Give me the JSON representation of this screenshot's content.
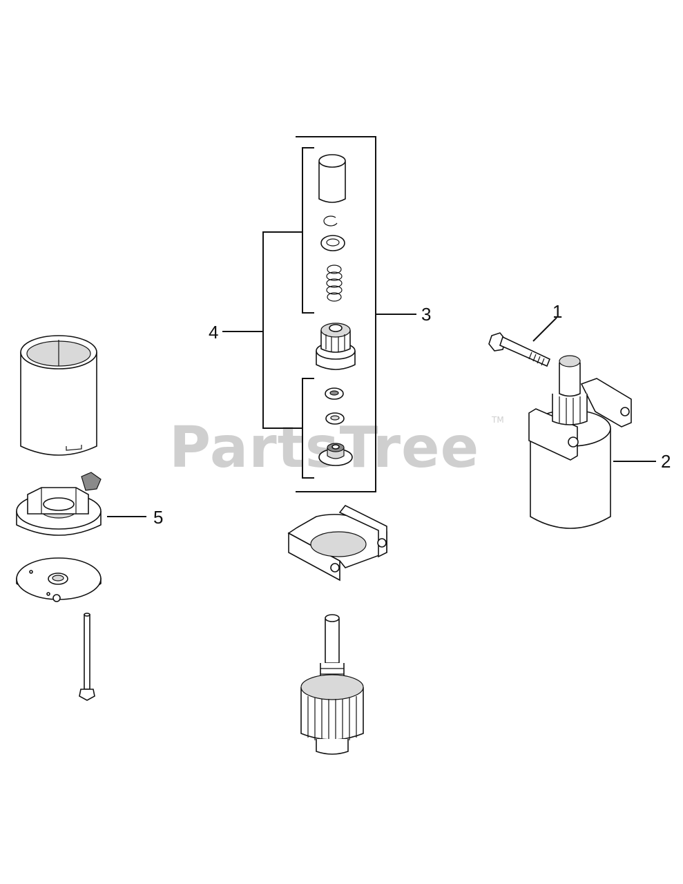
{
  "watermark": {
    "text": "PartsTree",
    "trademark": "TM"
  },
  "callouts": [
    {
      "id": "1",
      "label": "1"
    },
    {
      "id": "2",
      "label": "2"
    },
    {
      "id": "3",
      "label": "3"
    },
    {
      "id": "4",
      "label": "4"
    },
    {
      "id": "5",
      "label": "5"
    }
  ],
  "colors": {
    "line": "#111111",
    "watermark": "#cfcfcf",
    "background": "#ffffff"
  }
}
